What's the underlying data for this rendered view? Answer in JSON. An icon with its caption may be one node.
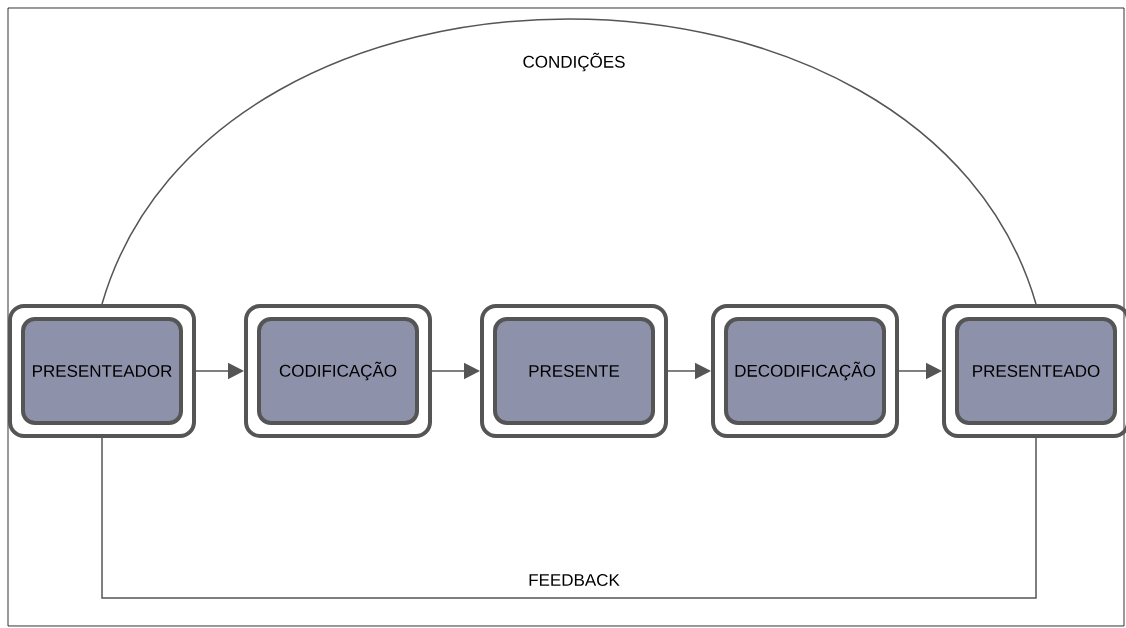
{
  "diagram": {
    "nodes": [
      {
        "text": [
          "PRESENTEADOR"
        ]
      },
      {
        "text": [
          "CODIFICAÇÃO"
        ]
      },
      {
        "text": [
          "PRESENTE"
        ]
      },
      {
        "text": [
          "DECODIFICAÇÃO"
        ]
      },
      {
        "text": [
          "PRESENTEADO"
        ]
      }
    ],
    "edges": [
      {
        "from": 0,
        "to": 1,
        "arrow": "to"
      },
      {
        "from": 1,
        "to": 2,
        "arrow": "to"
      },
      {
        "from": 2,
        "to": 3,
        "arrow": "to"
      },
      {
        "from": 3,
        "to": 4,
        "arrow": "to"
      },
      {
        "from": 0,
        "to": 4,
        "arrow": "none",
        "label": "CONDIÇÕES"
      },
      {
        "from": 0,
        "to": 4,
        "arrow": "none",
        "label": "FEEDBACK"
      }
    ]
  }
}
